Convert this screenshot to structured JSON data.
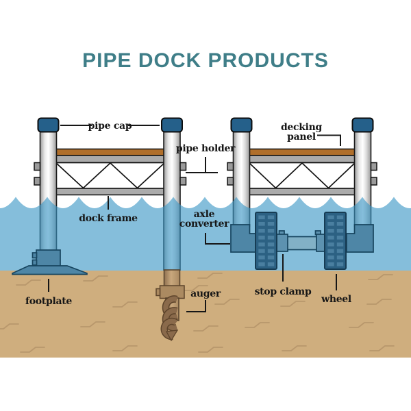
{
  "title": "PIPE DOCK PRODUCTS",
  "labels": {
    "pipe_cap": "pipe cap",
    "pipe_holder": "pipe holder",
    "decking_line1": "decking",
    "decking_line2": "panel",
    "dock_frame": "dock frame",
    "axle_line1": "axle",
    "axle_line2": "converter",
    "footplate": "footplate",
    "auger": "auger",
    "stop_clamp": "stop clamp",
    "wheel": "wheel"
  },
  "colors": {
    "title": "#3f7e88",
    "ink": "#161616",
    "water": "#3a96c5",
    "sand": "#cfae7e",
    "sandmark": "#b8976c",
    "cap": "#25608a",
    "deck": "#b06f2b",
    "bar": "#ababab",
    "tab": "#9b9b9b",
    "steel": "#4e86a6",
    "steeldark": "#17455f",
    "axleshaft": "#82b1c6",
    "axlecollar": "#5d92b0",
    "wheel": "#2c6183",
    "wheeldark": "#163c54",
    "tread": "#4a7fa0",
    "augerdark": "#8a6a4b"
  }
}
